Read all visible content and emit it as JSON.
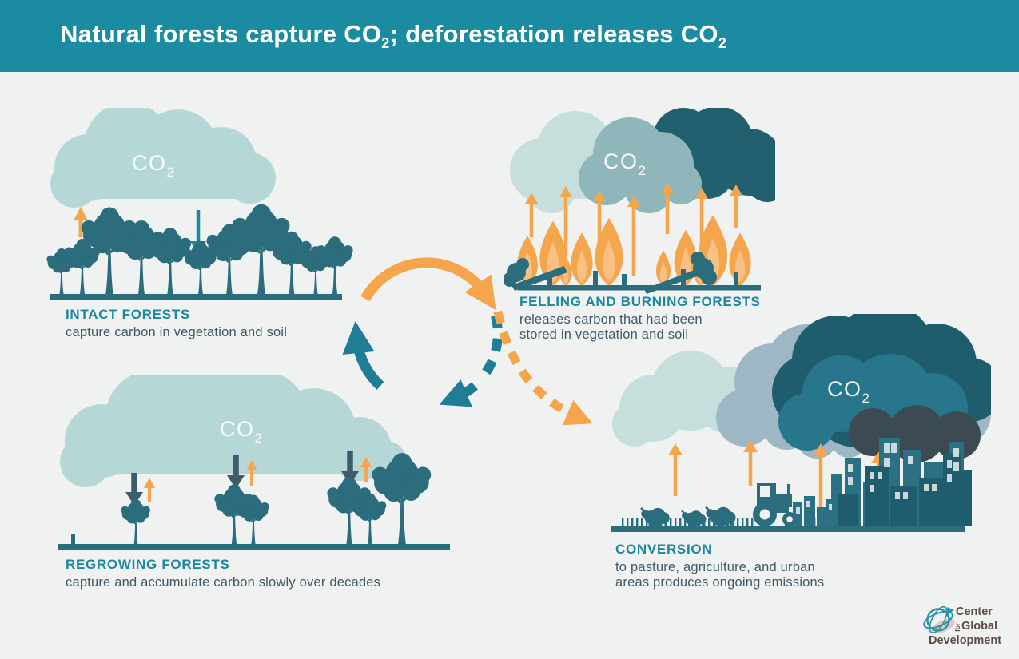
{
  "header": {
    "title_part1": "Natural forests capture CO",
    "title_sub1": "2",
    "title_part2": "; deforestation releases CO",
    "title_sub2": "2"
  },
  "co2": {
    "main": "CO",
    "sub": "2"
  },
  "sections": {
    "intact": {
      "heading": "INTACT FORESTS",
      "lines": [
        "capture carbon in vegetation and soil"
      ]
    },
    "felling": {
      "heading": "FELLING AND BURNING FORESTS",
      "lines": [
        "releases carbon that had been",
        "stored in vegetation and soil"
      ]
    },
    "regrowing": {
      "heading": "REGROWING FORESTS",
      "lines": [
        "capture and accumulate carbon slowly over decades"
      ]
    },
    "conversion": {
      "heading": "CONVERSION",
      "lines": [
        "to pasture, agriculture, and urban",
        "areas produces ongoing emissions"
      ]
    }
  },
  "logo": {
    "word1": "Center",
    "word_for": "for",
    "word2": "Global",
    "word3": "Development"
  },
  "palette": {
    "header_bg": "#1a8ba0",
    "background": "#f0f1f1",
    "accent_teal": "#1d87a0",
    "cycle_teal": "#1f7e96",
    "dark_teal": "#2b6d7d",
    "slate_text": "#3d5a66",
    "regrow_arrow": "#3d5c69",
    "orange": "#f5a54c",
    "flame_inner": "#f8c183",
    "cloud_light": "#b5d8d6",
    "cloud_pale": "#c6dfdd",
    "cloud_medium": "#8fb7bb",
    "cloud_bluegray": "#9db7c4",
    "cloud_dark": "#1f5d6e",
    "cloud_teal_mid": "#27768b",
    "cloud_navy": "#3c4a52",
    "logo_text": "#5c4c43",
    "logo_teal": "#2a93ab"
  }
}
